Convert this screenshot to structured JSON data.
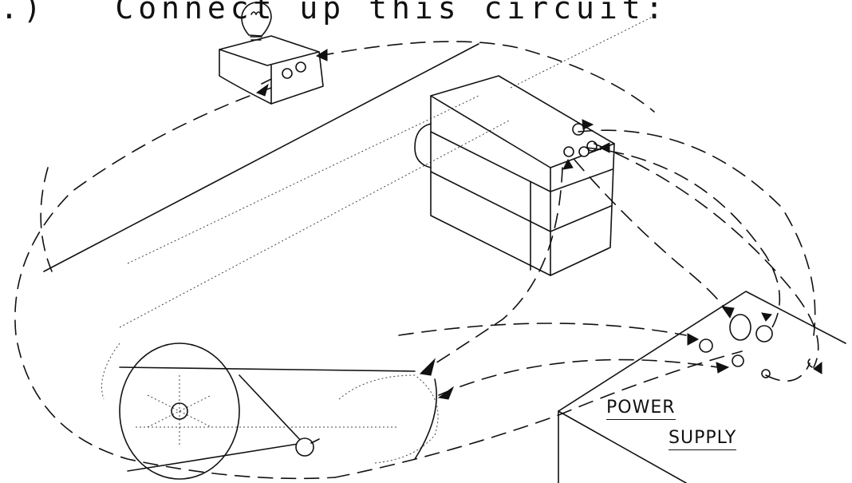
{
  "question": {
    "prefix": ".)",
    "text": "Connect up this circuit:"
  },
  "labels": {
    "power_line1": "POWER",
    "power_line2": "SUPPLY"
  }
}
